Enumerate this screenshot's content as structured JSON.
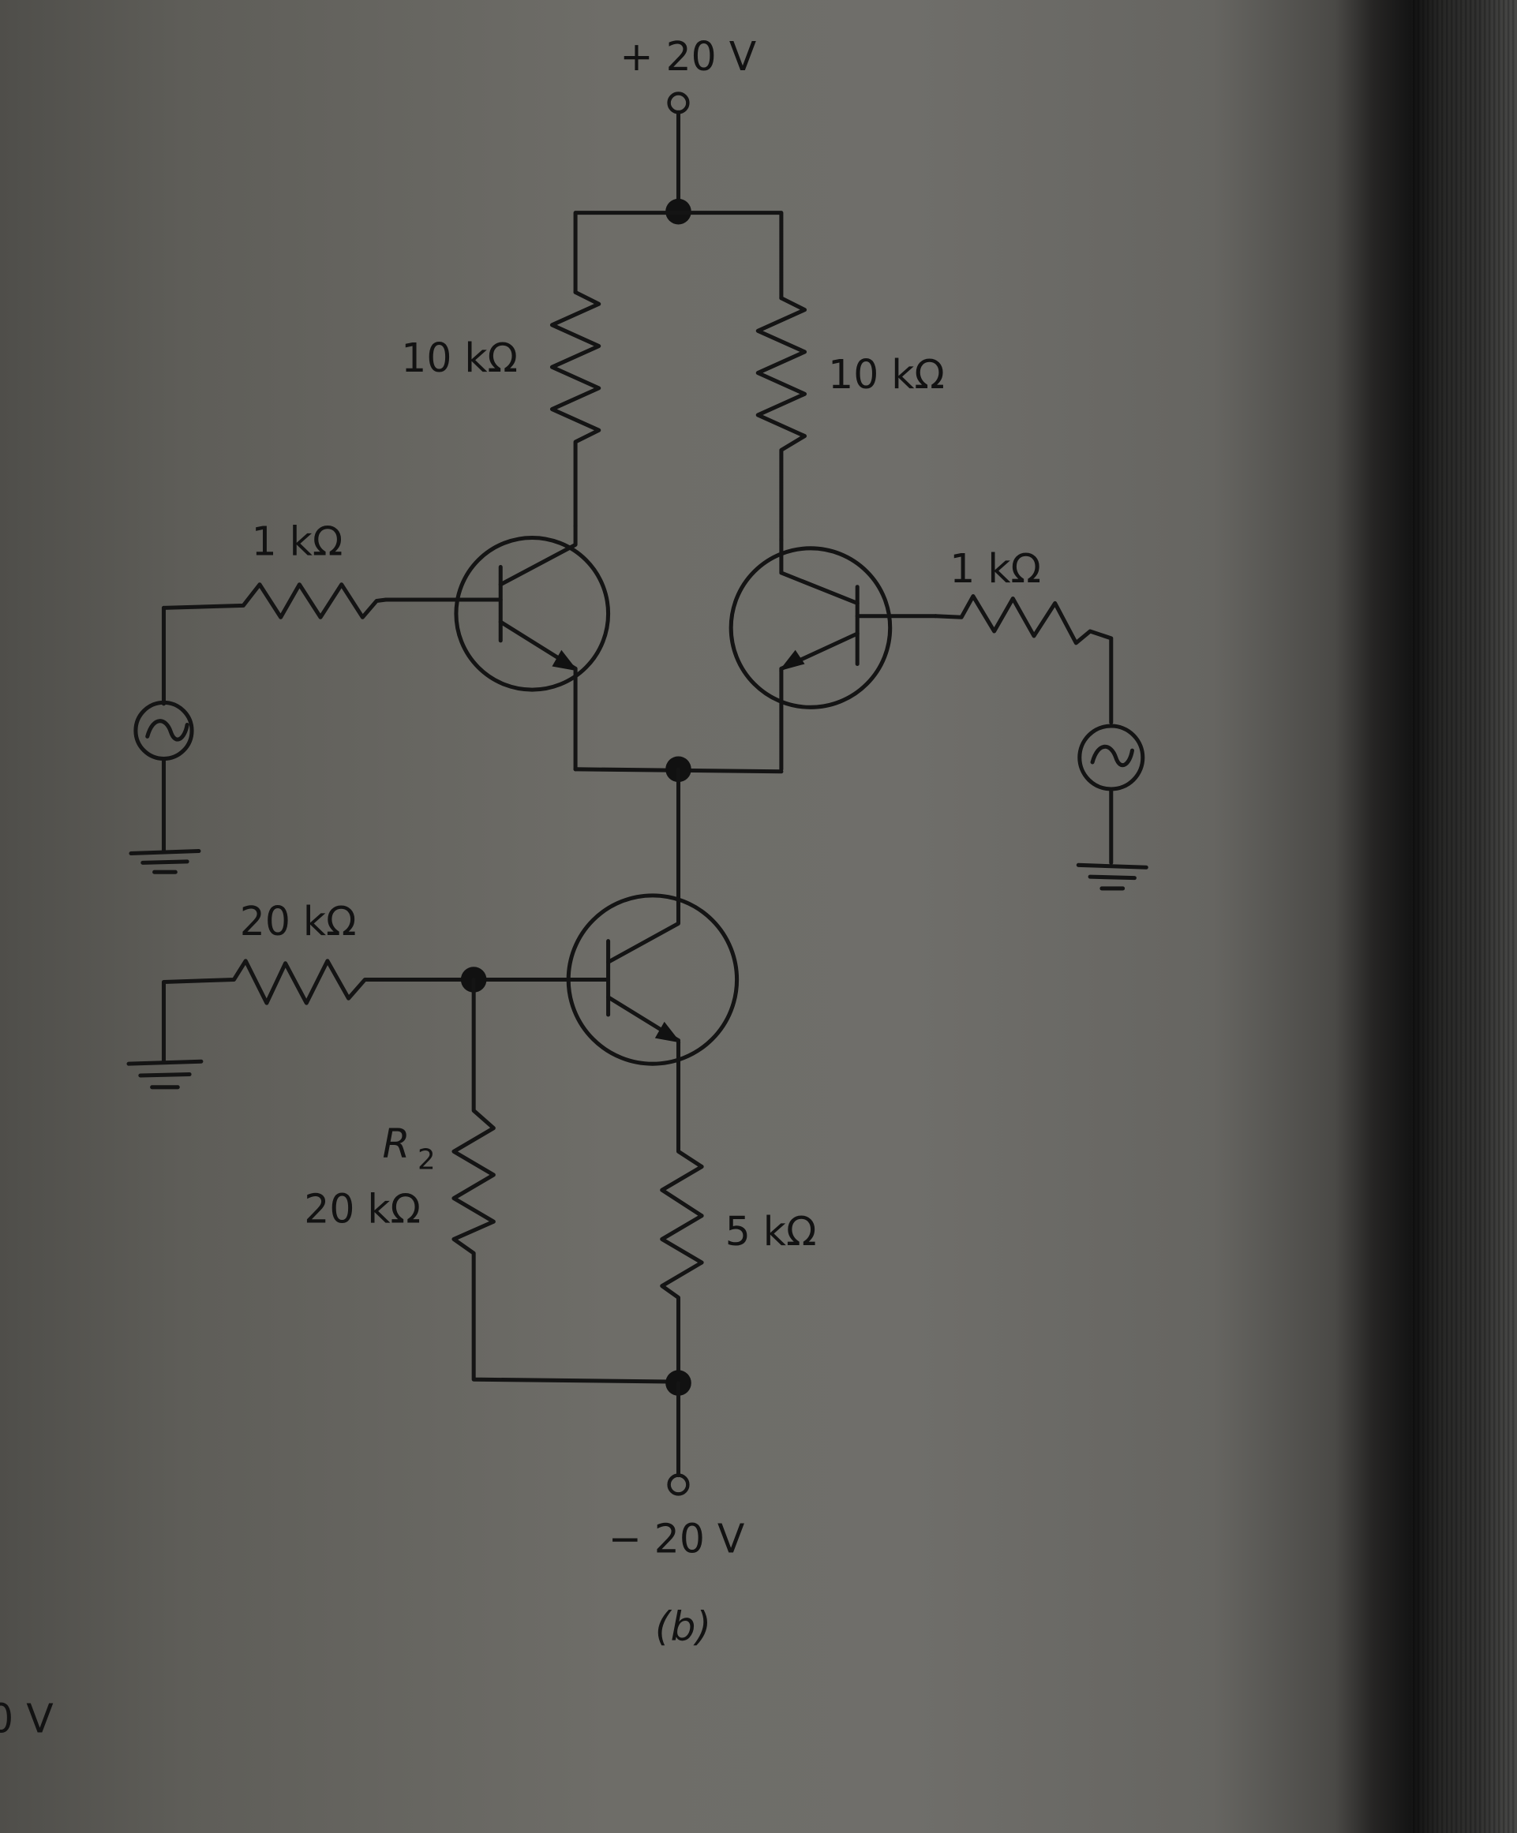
{
  "figure": {
    "caption": "(b)",
    "partial_label_left_margin": "0 V",
    "supply": {
      "positive": "+ 20 V",
      "negative": "− 20 V"
    },
    "components": {
      "rc_left": "10 kΩ",
      "rc_right": "10 kΩ",
      "rb_left": "1 kΩ",
      "rb_right": "1 kΩ",
      "r1": "20 kΩ",
      "r2_name": "R",
      "r2_subscript": "2",
      "r2_value": "20 kΩ",
      "re_tail": "5 kΩ"
    },
    "transistors": [
      {
        "id": "Q1",
        "type": "NPN",
        "role": "differential pair left"
      },
      {
        "id": "Q2",
        "type": "NPN",
        "role": "differential pair right"
      },
      {
        "id": "Q3",
        "type": "NPN",
        "role": "tail current source"
      }
    ],
    "sources": [
      {
        "id": "v_in_left",
        "type": "AC",
        "symbol": "~"
      },
      {
        "id": "v_in_right",
        "type": "AC",
        "symbol": "~"
      }
    ]
  },
  "colors": {
    "ink": "#141414",
    "paper": "#6f6e6a",
    "binding_edge": "#141414"
  }
}
